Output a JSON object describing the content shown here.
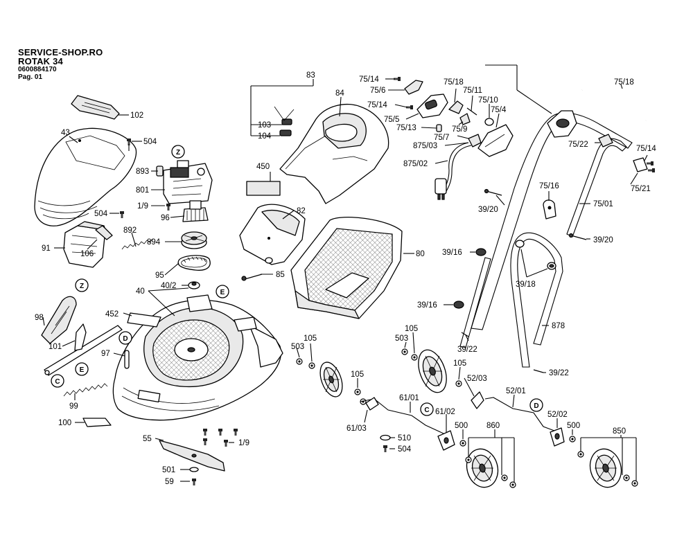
{
  "header": {
    "shop": "SERVICE-SHOP.RO",
    "model": "ROTAK 34",
    "part_number": "0600884170",
    "page": "Pag. 01"
  },
  "labels": {
    "l102": "102",
    "l43": "43",
    "l504a": "504",
    "l893": "893",
    "l801": "801",
    "l19a": "1/9",
    "l504b": "504",
    "l96": "96",
    "l91": "91",
    "l106": "106",
    "l892": "892",
    "l894": "894",
    "l95": "95",
    "l402": "40/2",
    "l40": "40",
    "l98": "98",
    "l452": "452",
    "l101": "101",
    "l97": "97",
    "l99": "99",
    "l100": "100",
    "l55": "55",
    "l19b": "1/9",
    "l501": "501",
    "l59": "59",
    "l83": "83",
    "l84": "84",
    "l103": "103",
    "l104": "104",
    "l450": "450",
    "l82": "82",
    "l85": "85",
    "l80": "80",
    "l7514a": "75/14",
    "l756": "75/6",
    "l7514b": "75/14",
    "l755": "75/5",
    "l7513": "75/13",
    "l87503": "875/03",
    "l87502": "875/02",
    "l7518a": "75/18",
    "l7511": "75/11",
    "l7510": "75/10",
    "l754": "75/4",
    "l759": "75/9",
    "l757": "75/7",
    "l7518b": "75/18",
    "l7522": "75/22",
    "l7514c": "75/14",
    "l7521": "75/21",
    "l7516": "75/16",
    "l7501": "75/01",
    "l3920a": "39/20",
    "l3920b": "39/20",
    "l3916a": "39/16",
    "l3918": "39/18",
    "l3916b": "39/16",
    "l3922a": "39/22",
    "l878": "878",
    "l3922b": "39/22",
    "l503a": "503",
    "l105a": "105",
    "l105b": "105",
    "l503b": "503",
    "l105c": "105",
    "l105d": "105",
    "l6101": "61/01",
    "l6103": "61/03",
    "l5203": "52/03",
    "l5201": "52/01",
    "l6102": "61/02",
    "l500a": "500",
    "l510": "510",
    "l504c": "504",
    "l860": "860",
    "l5202": "52/02",
    "l500b": "500",
    "l850": "850"
  },
  "zones": {
    "z1": "Z",
    "z2": "Z",
    "e1": "E",
    "e2": "E",
    "d1": "D",
    "d2": "D",
    "c1": "C",
    "c2": "C"
  }
}
